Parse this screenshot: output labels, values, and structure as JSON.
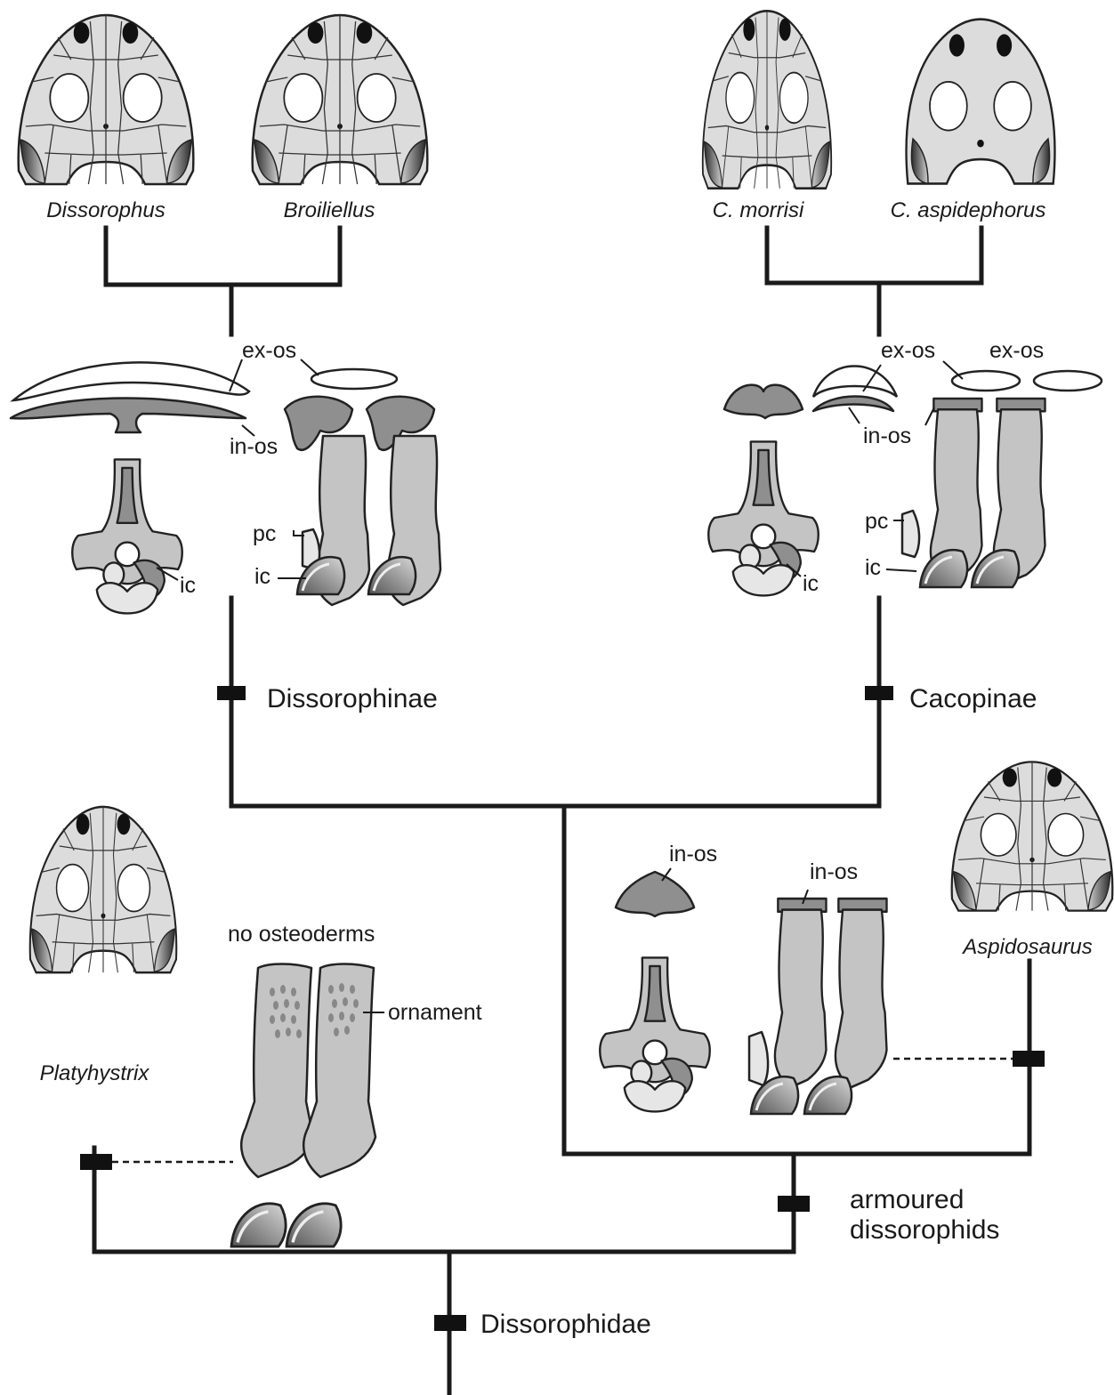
{
  "taxa": {
    "dissorophus": "Dissorophus",
    "broiliellus": "Broiliellus",
    "c_morrisi": "C. morrisi",
    "c_aspidephorus": "C. aspidephorus",
    "aspidosaurus": "Aspidosaurus",
    "platyhystrix": "Platyhystrix"
  },
  "clades": {
    "dissorophinae": "Dissorophinae",
    "cacopinae": "Cacopinae",
    "armoured_line1": "armoured",
    "armoured_line2": "dissorophids",
    "dissorophidae": "Dissorophidae"
  },
  "labels": {
    "ex_os": "ex-os",
    "in_os": "in-os",
    "pc": "pc",
    "ic": "ic",
    "no_osteoderms": "no osteoderms",
    "ornament": "ornament"
  },
  "colors": {
    "line": "#1a1a1a",
    "bone_mid": "#c4c4c4",
    "bone_dark": "#8f8f8f",
    "bone_light": "#e6e6e6",
    "skull": "#dcdcdc",
    "otic_notch": "#3a3a3a"
  }
}
